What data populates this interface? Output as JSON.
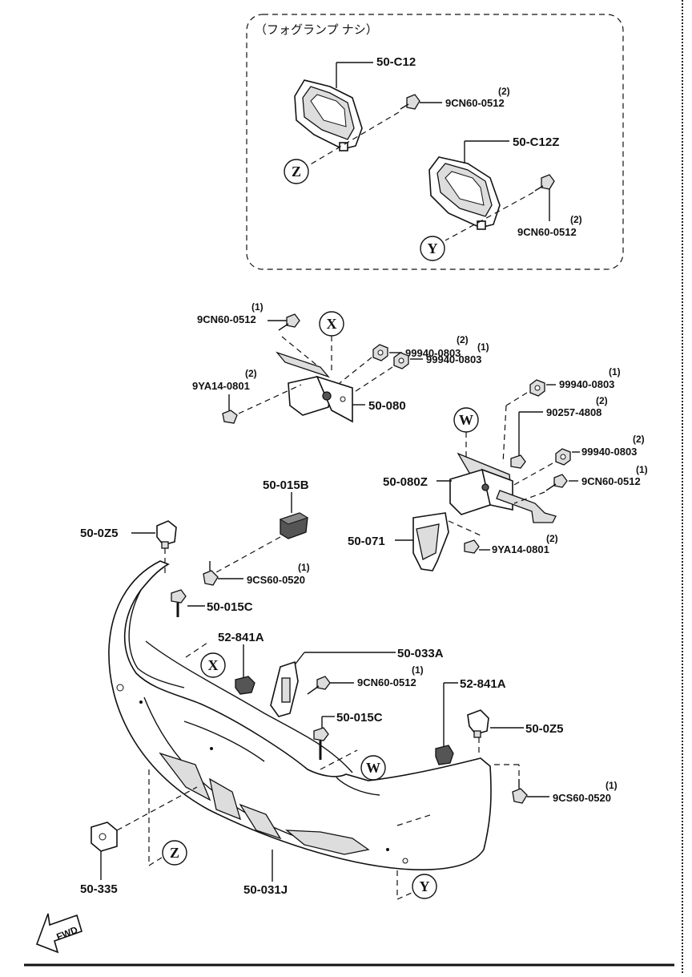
{
  "inset": {
    "title": "（フォグランプ ナシ）"
  },
  "labels": {
    "c12": "50-C12",
    "c12z": "50-C12Z",
    "screw_top1": "9CN60-0512",
    "screw_top1_qty": "(2)",
    "screw_top2": "9CN60-0512",
    "screw_top2_qty": "(2)",
    "screw_a": "9CN60-0512",
    "screw_a_qty": "(1)",
    "nut_a": "99940-0803",
    "nut_a_qty": "(2)",
    "nut_b": "99940-0803",
    "nut_b_qty": "(1)",
    "bolt_a": "9YA14-0801",
    "bolt_a_qty": "(2)",
    "bracket_l": "50-080",
    "nut_c": "99940-0803",
    "nut_c_qty": "(1)",
    "bolt_b": "90257-4808",
    "bolt_b_qty": "(2)",
    "nut_d": "99940-0803",
    "nut_d_qty": "(2)",
    "screw_b": "9CN60-0512",
    "screw_b_qty": "(1)",
    "bracket_r": "50-080Z",
    "stay": "50-071",
    "bolt_c": "9YA14-0801",
    "bolt_c_qty": "(2)",
    "block": "50-015B",
    "clip_l": "50-0Z5",
    "cs_a": "9CS60-0520",
    "cs_a_qty": "(1)",
    "bolt_015c_l": "50-015C",
    "clip841_l": "52-841A",
    "bracket_033": "50-033A",
    "screw_c": "9CN60-0512",
    "screw_c_qty": "(1)",
    "bolt_015c_c": "50-015C",
    "clip841_r": "52-841A",
    "clip_r": "50-0Z5",
    "cs_b": "9CS60-0520",
    "cs_b_qty": "(1)",
    "nut_335": "50-335",
    "bumper": "50-031J",
    "fwd": "FWD"
  },
  "refs": {
    "z1": "Z",
    "y1": "Y",
    "x1": "X",
    "w1": "W",
    "x2": "X",
    "w2": "W",
    "z2": "Z",
    "y2": "Y"
  }
}
